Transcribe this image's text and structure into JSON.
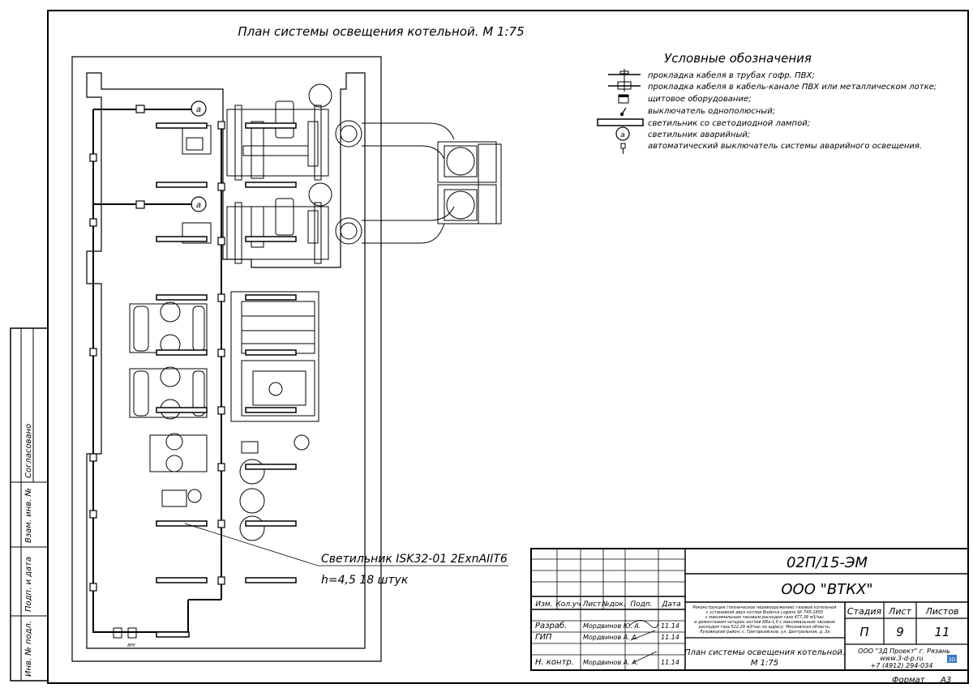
{
  "sheet": {
    "title": "План системы освещения котельной. М 1:75",
    "format_label": "Формат",
    "format_value": "А3"
  },
  "legend": {
    "heading": "Условные обозначения",
    "items": [
      {
        "icon": "pipe-cable-icon",
        "text": "прокладка кабеля в трубах гофр. ПВХ;"
      },
      {
        "icon": "cable-channel-icon",
        "text": "прокладка кабеля в кабель-канале ПВХ или металлическом лотке;"
      },
      {
        "icon": "panel-equipment-icon",
        "text": "щитовое оборудование;"
      },
      {
        "icon": "switch-icon",
        "text": "выключатель однополюсный;"
      },
      {
        "icon": "led-luminaire-icon",
        "text": "светильник со светодиодной лампой;"
      },
      {
        "icon": "emergency-luminaire-icon",
        "text": "светильник аварийный;"
      },
      {
        "icon": "breaker-icon",
        "text": "автоматический выключатель системы аварийного освещения."
      }
    ],
    "emergency_mark": "а"
  },
  "plan": {
    "callout_line1": "Светильник ISK32-01 2ExnAIIT6",
    "callout_line2": "h=4,5 18 штук",
    "emergency_label": "а",
    "device_label": "ВРУ"
  },
  "side_stamp": {
    "fields": [
      "Согласовано",
      "Взам. инв. №",
      "Подп. и дата",
      "Инв. № подл."
    ]
  },
  "title_block": {
    "code": "02П/15-ЭМ",
    "company": "ООО \"ВТКХ\"",
    "col_headers": [
      "Изм.",
      "Кол.уч",
      "Лист",
      "№док.",
      "Подп.",
      "Дата"
    ],
    "rows": [
      {
        "role": "Разраб.",
        "name": "Мордвинов Ю. А.",
        "date": "11.14"
      },
      {
        "role": "ГИП",
        "name": "Мордвинов А. А.",
        "date": "11.14"
      },
      {
        "role": "Н. контр.",
        "name": "Мордвинов А. А.",
        "date": "11.14"
      }
    ],
    "project_description": [
      "Реконструкция (техническое перевооружение) газовой котельной",
      "с установкой двух котлов Buderus Logano SK 745-1850",
      "с максимальным часовым расходом газа 477,39 м3/час",
      "и демонтажем четырех котлов КВа-1,0 с максимальным часовым",
      "расходом газа 522,29 м3/час по адресу: Московская область,",
      "Луховицкий район, с. Григорьевское, ул. Центральная, д. 2а"
    ],
    "sheet_name_line1": "План системы освещения котельной.",
    "sheet_name_line2": "М 1:75",
    "stage_header": "Стадия",
    "sheet_header": "Лист",
    "sheets_header": "Листов",
    "stage_value": "П",
    "sheet_value": "9",
    "sheets_value": "11",
    "org_line1": "ООО \"3Д Проект\" г. Рязань",
    "org_line2": "www.3-d-p.ru",
    "org_line3": "+7 (4912) 294-034",
    "logo_text": "3D"
  }
}
